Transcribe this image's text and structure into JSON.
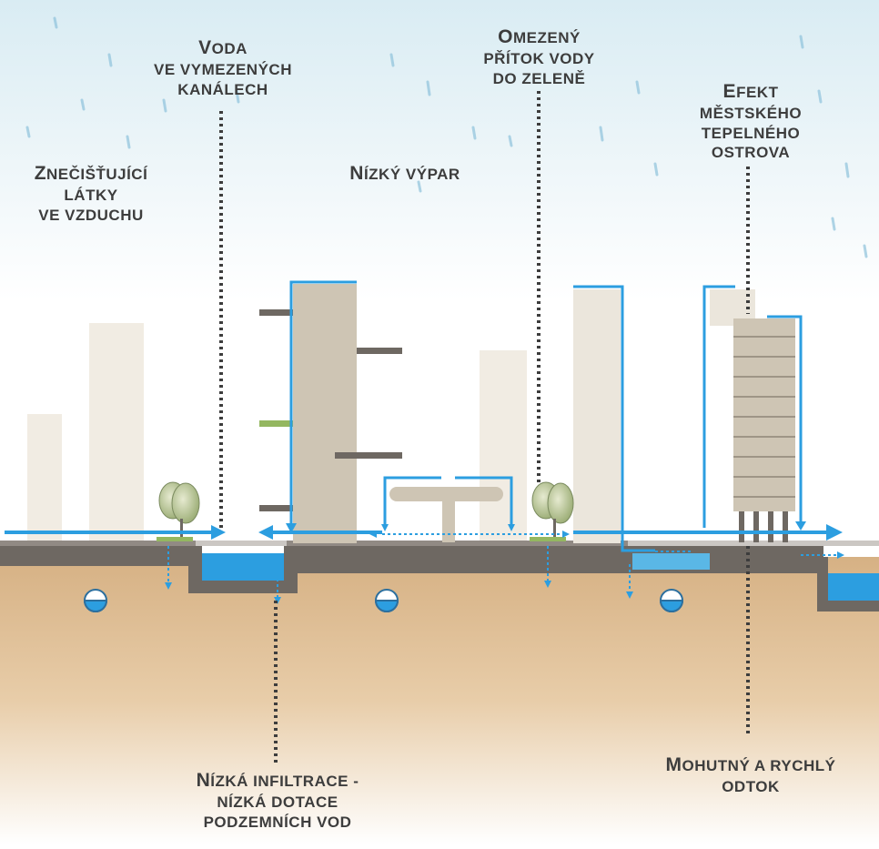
{
  "labels": {
    "voda": {
      "first": "V",
      "rest": "ODA",
      "line2": "VE VYMEZENÝCH",
      "line3": "KANÁLECH"
    },
    "omezeny": {
      "first": "O",
      "rest": "MEZENÝ",
      "line2": "PŘÍTOK VODY",
      "line3": "DO ZELENĚ"
    },
    "efekt": {
      "first": "E",
      "rest": "FEKT",
      "line2": "MĚSTSKÉHO",
      "line3": "TEPELNÉHO",
      "line4": "OSTROVA"
    },
    "znecistujici": {
      "first": "Z",
      "rest": "NEČIŠŤUJÍCÍ",
      "line2": "LÁTKY",
      "line3": "VE VZDUCHU"
    },
    "nizky_vypar": {
      "first": "N",
      "rest": "ÍZKÝ VÝPAR"
    },
    "nizka_infiltrace": {
      "first": "N",
      "rest": "ÍZKÁ INFILTRACE -",
      "line2": "NÍZKÁ DOTACE",
      "line3": "PODZEMNÍCH VOD"
    },
    "mohutny": {
      "first": "M",
      "rest": "OHUTNÝ A RYCHLÝ",
      "line2": "ODTOK"
    }
  },
  "colors": {
    "water": "#2c9ee0",
    "building": "#cec5b4",
    "street": "#6e6862",
    "soil": "#e2c39f",
    "text": "#3d3d3d"
  }
}
